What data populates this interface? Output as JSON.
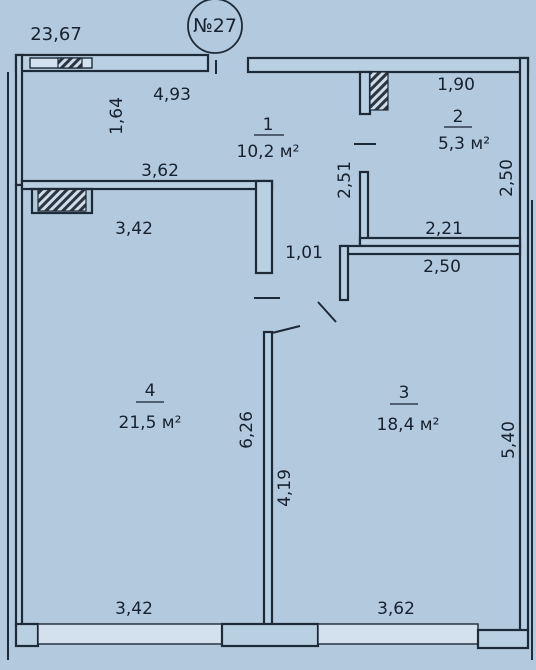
{
  "apartment": {
    "number": "№27",
    "total_area": "23,67"
  },
  "rooms": [
    {
      "number": "1",
      "area": "10,2 м²"
    },
    {
      "number": "2",
      "area": "5,3 м²"
    },
    {
      "number": "3",
      "area": "18,4 м²"
    },
    {
      "number": "4",
      "area": "21,5 м²"
    }
  ],
  "dimensions": {
    "d_493": "4,93",
    "d_164": "1,64",
    "d_362_top": "3,62",
    "d_342_top": "3,42",
    "d_190": "1,90",
    "d_251": "2,51",
    "d_250_right": "2,50",
    "d_221": "2,21",
    "d_101": "1,01",
    "d_250_mid": "2,50",
    "d_626": "6,26",
    "d_419": "4,19",
    "d_540": "5,40",
    "d_342_bottom": "3,42",
    "d_362_bottom": "3,62"
  },
  "colors": {
    "paper": "#b3c9dd",
    "wall_fill": "#b9cfe2",
    "ink": "#1d2a38"
  }
}
